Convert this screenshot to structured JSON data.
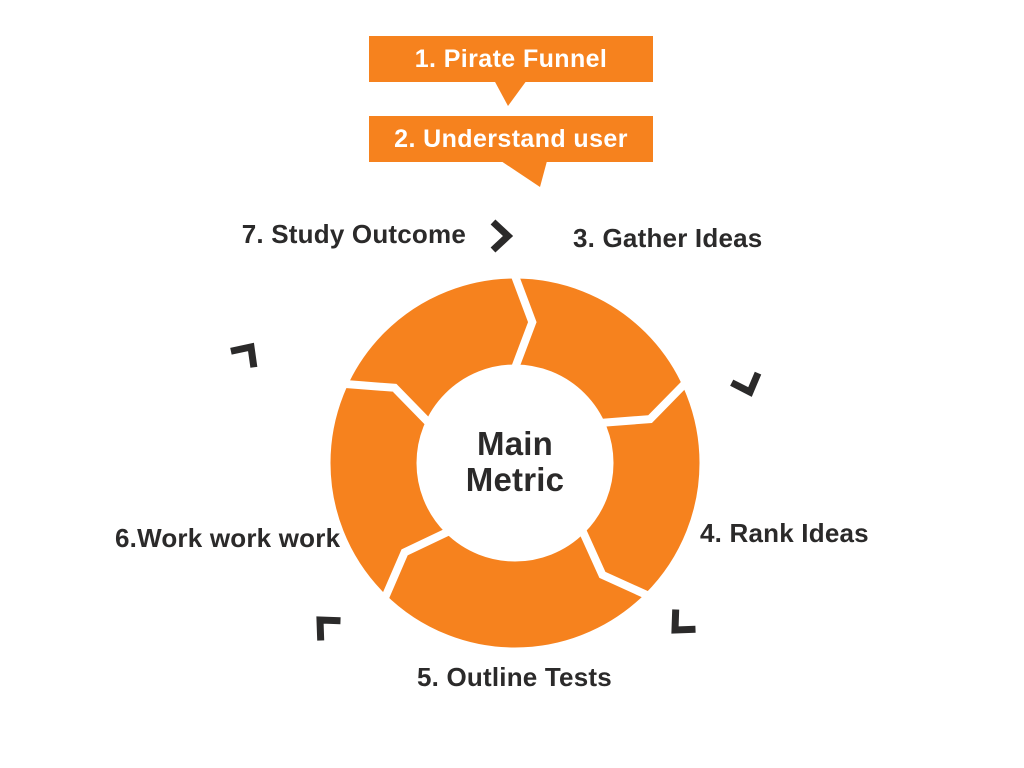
{
  "colors": {
    "accent": "#F6821E",
    "ink": "#2B2A2A",
    "background": "#FFFFFF"
  },
  "banners": [
    {
      "label": "1. Pirate Funnel"
    },
    {
      "label": "2. Understand user"
    }
  ],
  "cycle": {
    "segment_count": 5,
    "center": {
      "line1": "Main",
      "line2": "Metric"
    },
    "steps": [
      {
        "label": "3. Gather Ideas",
        "position": "upper-right"
      },
      {
        "label": "4. Rank Ideas",
        "position": "right"
      },
      {
        "label": "5. Outline Tests",
        "position": "bottom"
      },
      {
        "label": "6.Work work work",
        "position": "left"
      },
      {
        "label": "7. Study Outcome",
        "position": "upper-left"
      }
    ]
  }
}
